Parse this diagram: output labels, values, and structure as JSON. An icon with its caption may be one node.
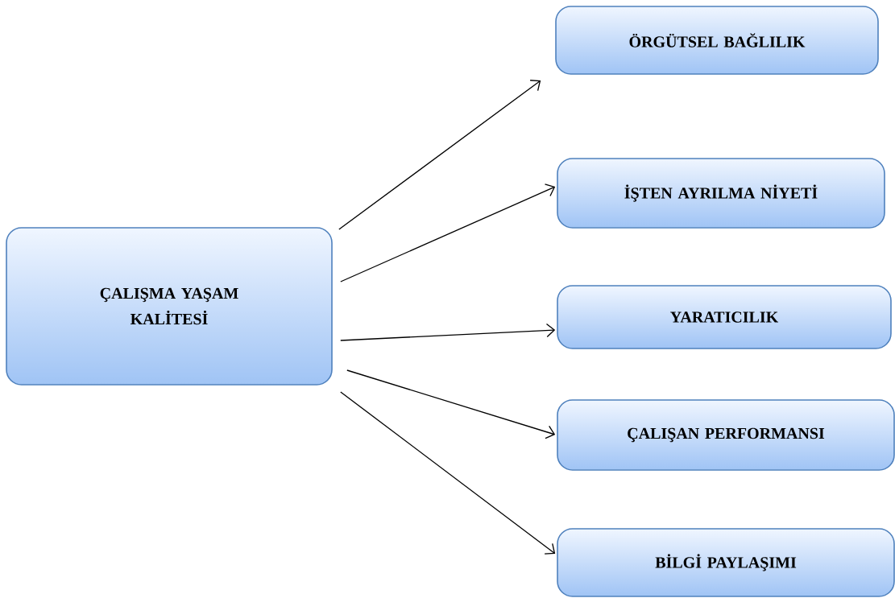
{
  "diagram": {
    "nodes": [
      {
        "text": [
          "ÇALIŞMA YAŞAM KALİTESİ"
        ]
      },
      {
        "text": [
          "ÖRGÜTSEL BAĞLILIK"
        ]
      },
      {
        "text": [
          "İŞTEN AYRILMA NİYETİ"
        ]
      },
      {
        "text": [
          "YARATICILIK"
        ]
      },
      {
        "text": [
          "ÇALIŞAN PERFORMANSI"
        ]
      },
      {
        "text": [
          "BİLGİ PAYLAŞIMI"
        ]
      }
    ],
    "edges": [
      {
        "from": 0,
        "to": 1,
        "arrow": "to"
      },
      {
        "from": 0,
        "to": 2,
        "arrow": "to"
      },
      {
        "from": 0,
        "to": 3,
        "arrow": "to"
      },
      {
        "from": 0,
        "to": 4,
        "arrow": "to"
      },
      {
        "from": 0,
        "to": 5,
        "arrow": "to"
      }
    ]
  }
}
